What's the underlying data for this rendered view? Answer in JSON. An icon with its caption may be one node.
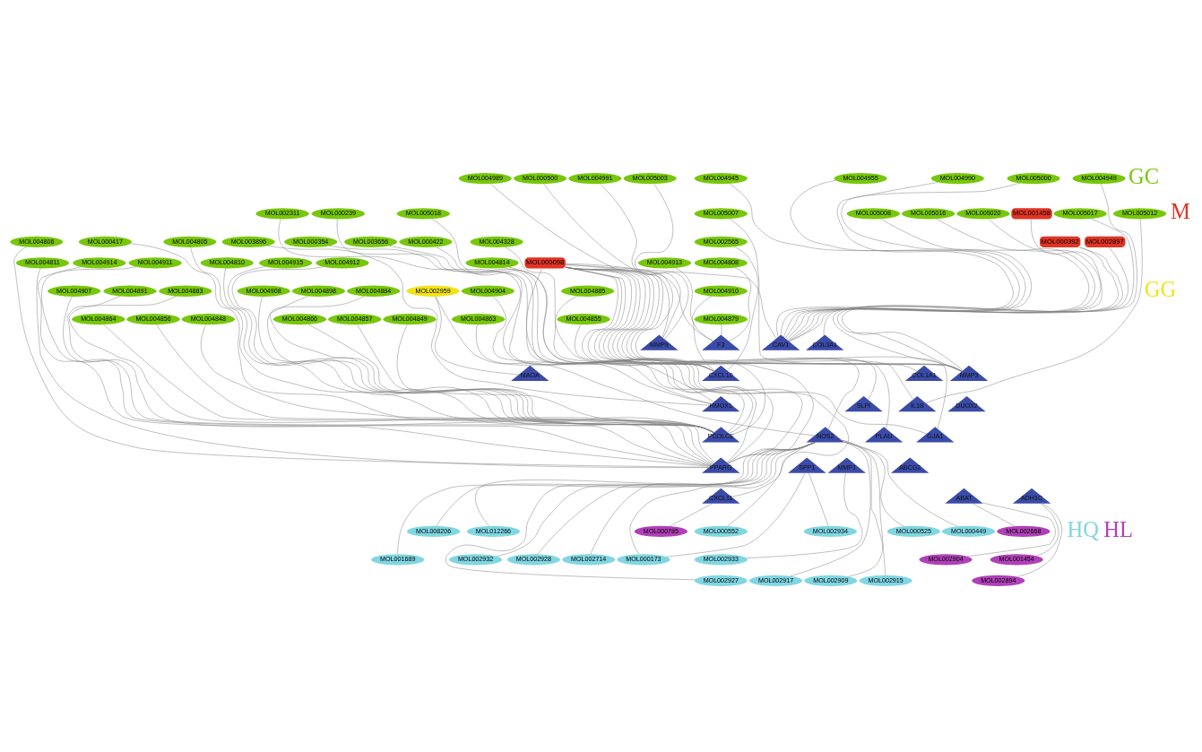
{
  "diagram": {
    "nodes": [
      {
        "text": [
          "MOL004945"
        ]
      },
      {
        "text": [
          "MOL004949"
        ]
      },
      {
        "text": [
          "MOL004955"
        ]
      },
      {
        "text": [
          "MOL004989"
        ]
      },
      {
        "text": [
          "MOL004990"
        ]
      },
      {
        "text": [
          "MOL004991"
        ]
      },
      {
        "text": [
          "MOL000500"
        ]
      },
      {
        "text": [
          "MOL005000"
        ]
      },
      {
        "text": [
          "MOL005003"
        ]
      },
      {
        "text": [
          "MOL005007"
        ]
      },
      {
        "text": [
          "MOL005008"
        ]
      },
      {
        "text": [
          "MOL005012"
        ]
      },
      {
        "text": [
          "MOL005016"
        ]
      },
      {
        "text": [
          "MOL005017"
        ]
      },
      {
        "text": [
          "MOL005018"
        ]
      },
      {
        "text": [
          "MOL005020"
        ]
      },
      {
        "text": [
          "MOL002311"
        ]
      },
      {
        "text": [
          "MOL000239"
        ]
      },
      {
        "text": [
          "MOL002565"
        ]
      },
      {
        "text": [
          "MOL000354"
        ]
      },
      {
        "text": [
          "MOL003656"
        ]
      },
      {
        "text": [
          "MOL003896"
        ]
      },
      {
        "text": [
          "MOL000417"
        ]
      },
      {
        "text": [
          "MOL000422"
        ]
      },
      {
        "text": [
          "MOL004328"
        ]
      },
      {
        "text": [
          "MOL004805"
        ]
      },
      {
        "text": [
          "MOL004806"
        ]
      },
      {
        "text": [
          "MOL004808"
        ]
      },
      {
        "text": [
          "MOL004810"
        ]
      },
      {
        "text": [
          "MOL004811"
        ]
      },
      {
        "text": [
          "MOL004814"
        ]
      },
      {
        "text": [
          "MOL004915"
        ]
      },
      {
        "text": [
          "MOL004914"
        ]
      },
      {
        "text": [
          "MOL004913"
        ]
      },
      {
        "text": [
          "MOL004912"
        ]
      },
      {
        "text": [
          "MOL004911"
        ]
      },
      {
        "text": [
          "MOL004910"
        ]
      },
      {
        "text": [
          "MOL004908"
        ]
      },
      {
        "text": [
          "MOL004907"
        ]
      },
      {
        "text": [
          "MOL004904"
        ]
      },
      {
        "text": [
          "MOL004898"
        ]
      },
      {
        "text": [
          "MOL004891"
        ]
      },
      {
        "text": [
          "MOL004885"
        ]
      },
      {
        "text": [
          "MOL004884"
        ]
      },
      {
        "text": [
          "MOL004883"
        ]
      },
      {
        "text": [
          "MOL004879"
        ]
      },
      {
        "text": [
          "MOL004866"
        ]
      },
      {
        "text": [
          "MOL004864"
        ]
      },
      {
        "text": [
          "MOL004863"
        ]
      },
      {
        "text": [
          "MOL004857"
        ]
      },
      {
        "text": [
          "MOL004856"
        ]
      },
      {
        "text": [
          "MOL004855"
        ]
      },
      {
        "text": [
          "MOL004849"
        ]
      },
      {
        "text": [
          "MOL004848"
        ]
      },
      {
        "text": [
          "MOL001458"
        ]
      },
      {
        "text": [
          "MOL002897"
        ]
      },
      {
        "text": [
          "MOL000392"
        ]
      },
      {
        "text": [
          "MOL000098"
        ]
      },
      {
        "text": [
          "MOL002959"
        ]
      },
      {
        "text": [
          "F3"
        ]
      },
      {
        "text": [
          "MMP9"
        ]
      },
      {
        "text": [
          "CAV1"
        ]
      },
      {
        "text": [
          "COL3A1"
        ]
      },
      {
        "text": [
          "CXCL10"
        ]
      },
      {
        "text": [
          "COL1A1"
        ]
      },
      {
        "text": [
          "MMP3"
        ]
      },
      {
        "text": [
          "MAOA"
        ]
      },
      {
        "text": [
          "HMOX1"
        ]
      },
      {
        "text": [
          "SLPI"
        ]
      },
      {
        "text": [
          "IL1B"
        ]
      },
      {
        "text": [
          "DUOX2"
        ]
      },
      {
        "text": [
          "PCOLCE"
        ]
      },
      {
        "text": [
          "PLAU"
        ]
      },
      {
        "text": [
          "GJA1"
        ]
      },
      {
        "text": [
          "NOS2"
        ]
      },
      {
        "text": [
          "PPARG"
        ]
      },
      {
        "text": [
          "ABCG2"
        ]
      },
      {
        "text": [
          "MMP1"
        ]
      },
      {
        "text": [
          "SPP1"
        ]
      },
      {
        "text": [
          "CXCL11"
        ]
      },
      {
        "text": [
          "ABAT"
        ]
      },
      {
        "text": [
          "ADH1C"
        ]
      },
      {
        "text": [
          "MOL000552"
        ]
      },
      {
        "text": [
          "MOL000525"
        ]
      },
      {
        "text": [
          "MOL000449"
        ]
      },
      {
        "text": [
          "MOL002934"
        ]
      },
      {
        "text": [
          "MOL008206"
        ]
      },
      {
        "text": [
          "MOL012266"
        ]
      },
      {
        "text": [
          "MOL002933"
        ]
      },
      {
        "text": [
          "MOL001689"
        ]
      },
      {
        "text": [
          "MOL002932"
        ]
      },
      {
        "text": [
          "MOL000173"
        ]
      },
      {
        "text": [
          "MOL002928"
        ]
      },
      {
        "text": [
          "MOL002714"
        ]
      },
      {
        "text": [
          "MOL002927"
        ]
      },
      {
        "text": [
          "MOL002917"
        ]
      },
      {
        "text": [
          "MOL002909"
        ]
      },
      {
        "text": [
          "MOL002915"
        ]
      },
      {
        "text": [
          "MOL002668"
        ]
      },
      {
        "text": [
          "MOL000785"
        ]
      },
      {
        "text": [
          "MOL001454"
        ]
      },
      {
        "text": [
          "MOL002904"
        ]
      },
      {
        "text": [
          "MOL002894"
        ]
      }
    ],
    "edges": [
      {
        "from": 0,
        "to": 61,
        "arrow": "none"
      },
      {
        "from": 1,
        "to": 65,
        "arrow": "none"
      },
      {
        "from": 2,
        "to": 61,
        "arrow": "none"
      },
      {
        "from": 3,
        "to": 65,
        "arrow": "none"
      },
      {
        "from": 4,
        "to": 61,
        "arrow": "none"
      },
      {
        "from": 5,
        "to": 60,
        "arrow": "none"
      },
      {
        "from": 6,
        "to": 65,
        "arrow": "none"
      },
      {
        "from": 7,
        "to": 61,
        "arrow": "none"
      },
      {
        "from": 8,
        "to": 60,
        "arrow": "none"
      },
      {
        "from": 9,
        "to": 65,
        "arrow": "none"
      },
      {
        "from": 10,
        "to": 61,
        "arrow": "none"
      },
      {
        "from": 11,
        "to": 69,
        "arrow": "none"
      },
      {
        "from": 12,
        "to": 61,
        "arrow": "none"
      },
      {
        "from": 13,
        "to": 65,
        "arrow": "none"
      },
      {
        "from": 14,
        "to": 73,
        "arrow": "none"
      },
      {
        "from": 15,
        "to": 61,
        "arrow": "none"
      },
      {
        "from": 16,
        "to": 71,
        "arrow": "none"
      },
      {
        "from": 17,
        "to": 75,
        "arrow": "none"
      },
      {
        "from": 18,
        "to": 63,
        "arrow": "none"
      },
      {
        "from": 19,
        "to": 71,
        "arrow": "none"
      },
      {
        "from": 20,
        "to": 75,
        "arrow": "none"
      },
      {
        "from": 21,
        "to": 67,
        "arrow": "none"
      },
      {
        "from": 22,
        "to": 71,
        "arrow": "none"
      },
      {
        "from": 23,
        "to": 75,
        "arrow": "none"
      },
      {
        "from": 24,
        "to": 63,
        "arrow": "none"
      },
      {
        "from": 25,
        "to": 71,
        "arrow": "none"
      },
      {
        "from": 26,
        "to": 75,
        "arrow": "none"
      },
      {
        "from": 27,
        "to": 59,
        "arrow": "none"
      },
      {
        "from": 28,
        "to": 71,
        "arrow": "none"
      },
      {
        "from": 29,
        "to": 75,
        "arrow": "none"
      },
      {
        "from": 30,
        "to": 79,
        "arrow": "none"
      },
      {
        "from": 31,
        "to": 71,
        "arrow": "none"
      },
      {
        "from": 32,
        "to": 75,
        "arrow": "none"
      },
      {
        "from": 33,
        "to": 59,
        "arrow": "none"
      },
      {
        "from": 34,
        "to": 71,
        "arrow": "none"
      },
      {
        "from": 35,
        "to": 75,
        "arrow": "none"
      },
      {
        "from": 36,
        "to": 63,
        "arrow": "none"
      },
      {
        "from": 37,
        "to": 71,
        "arrow": "none"
      },
      {
        "from": 38,
        "to": 75,
        "arrow": "none"
      },
      {
        "from": 39,
        "to": 67,
        "arrow": "none"
      },
      {
        "from": 40,
        "to": 71,
        "arrow": "none"
      },
      {
        "from": 41,
        "to": 75,
        "arrow": "none"
      },
      {
        "from": 42,
        "to": 63,
        "arrow": "none"
      },
      {
        "from": 43,
        "to": 71,
        "arrow": "none"
      },
      {
        "from": 44,
        "to": 75,
        "arrow": "none"
      },
      {
        "from": 45,
        "to": 59,
        "arrow": "none"
      },
      {
        "from": 46,
        "to": 71,
        "arrow": "none"
      },
      {
        "from": 47,
        "to": 75,
        "arrow": "none"
      },
      {
        "from": 48,
        "to": 67,
        "arrow": "none"
      },
      {
        "from": 49,
        "to": 71,
        "arrow": "none"
      },
      {
        "from": 50,
        "to": 75,
        "arrow": "none"
      },
      {
        "from": 51,
        "to": 63,
        "arrow": "none"
      },
      {
        "from": 52,
        "to": 71,
        "arrow": "none"
      },
      {
        "from": 53,
        "to": 75,
        "arrow": "none"
      },
      {
        "from": 54,
        "to": 61,
        "arrow": "none"
      },
      {
        "from": 55,
        "to": 65,
        "arrow": "none"
      },
      {
        "from": 56,
        "to": 61,
        "arrow": "none"
      },
      {
        "from": 56,
        "to": 62,
        "arrow": "none"
      },
      {
        "from": 57,
        "to": 59,
        "arrow": "none"
      },
      {
        "from": 57,
        "to": 60,
        "arrow": "none"
      },
      {
        "from": 57,
        "to": 61,
        "arrow": "none"
      },
      {
        "from": 57,
        "to": 63,
        "arrow": "none"
      },
      {
        "from": 57,
        "to": 64,
        "arrow": "none"
      },
      {
        "from": 57,
        "to": 65,
        "arrow": "none"
      },
      {
        "from": 57,
        "to": 67,
        "arrow": "none"
      },
      {
        "from": 57,
        "to": 68,
        "arrow": "none"
      },
      {
        "from": 57,
        "to": 69,
        "arrow": "none"
      },
      {
        "from": 57,
        "to": 71,
        "arrow": "none"
      },
      {
        "from": 57,
        "to": 72,
        "arrow": "none"
      },
      {
        "from": 57,
        "to": 73,
        "arrow": "none"
      },
      {
        "from": 57,
        "to": 74,
        "arrow": "none"
      },
      {
        "from": 57,
        "to": 75,
        "arrow": "none"
      },
      {
        "from": 58,
        "to": 66,
        "arrow": "none"
      },
      {
        "from": 58,
        "to": 74,
        "arrow": "none"
      },
      {
        "from": 82,
        "to": 74,
        "arrow": "none"
      },
      {
        "from": 83,
        "to": 74,
        "arrow": "none"
      },
      {
        "from": 84,
        "to": 74,
        "arrow": "none"
      },
      {
        "from": 85,
        "to": 78,
        "arrow": "none"
      },
      {
        "from": 86,
        "to": 74,
        "arrow": "none"
      },
      {
        "from": 87,
        "to": 74,
        "arrow": "none"
      },
      {
        "from": 88,
        "to": 77,
        "arrow": "none"
      },
      {
        "from": 89,
        "to": 74,
        "arrow": "none"
      },
      {
        "from": 90,
        "to": 74,
        "arrow": "none"
      },
      {
        "from": 91,
        "to": 74,
        "arrow": "none"
      },
      {
        "from": 91,
        "to": 78,
        "arrow": "none"
      },
      {
        "from": 92,
        "to": 74,
        "arrow": "none"
      },
      {
        "from": 93,
        "to": 74,
        "arrow": "none"
      },
      {
        "from": 94,
        "to": 74,
        "arrow": "none"
      },
      {
        "from": 95,
        "to": 74,
        "arrow": "none"
      },
      {
        "from": 96,
        "to": 74,
        "arrow": "none"
      },
      {
        "from": 97,
        "to": 74,
        "arrow": "none"
      },
      {
        "from": 98,
        "to": 80,
        "arrow": "none"
      },
      {
        "from": 99,
        "to": 79,
        "arrow": "none"
      },
      {
        "from": 100,
        "to": 81,
        "arrow": "none"
      },
      {
        "from": 101,
        "to": 80,
        "arrow": "none"
      },
      {
        "from": 102,
        "to": 81,
        "arrow": "none"
      }
    ],
    "labels": [
      "GC",
      "M",
      "GG",
      "HQ",
      "HL"
    ]
  }
}
